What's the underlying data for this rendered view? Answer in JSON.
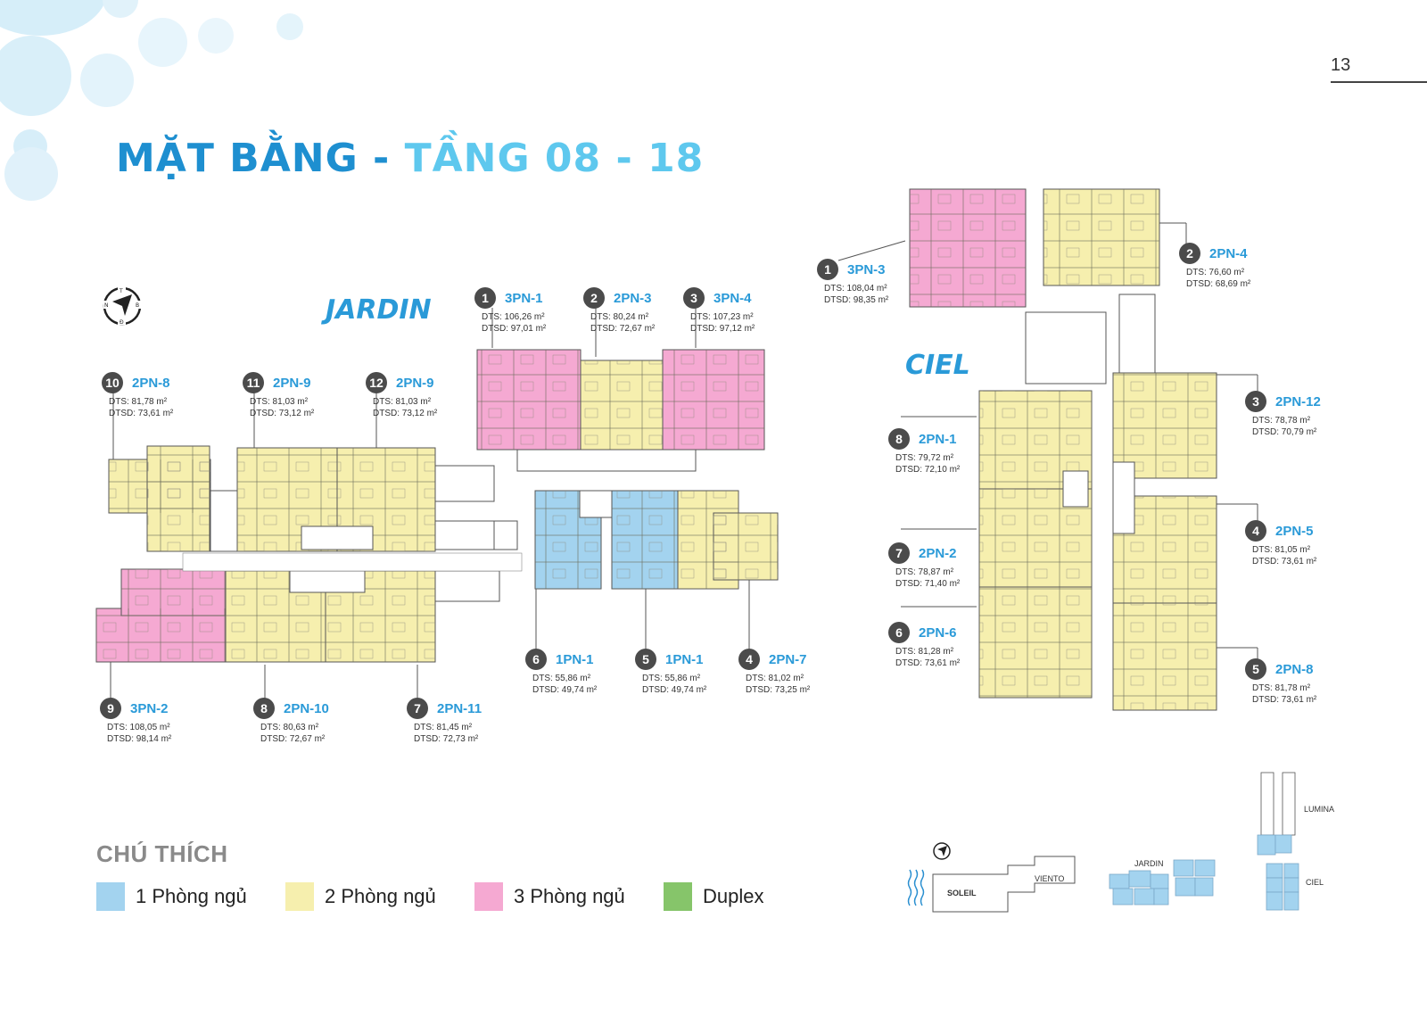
{
  "page": {
    "number": "13"
  },
  "title": {
    "part1": "MẶT BẰNG - ",
    "part2": "TẦNG 08 - 18"
  },
  "blocks": {
    "jardin": "JARDIN",
    "ciel": "CIEL"
  },
  "colors": {
    "one_bed": "#a3d3ef",
    "two_bed": "#f6efae",
    "three_bed": "#f5a9d2",
    "duplex": "#86c56a",
    "title_dark": "#1e8fd0",
    "title_light": "#5ec8ee"
  },
  "jardin_units": [
    {
      "num": "1",
      "code": "3PN-1",
      "dts": "DTS: 106,26 m²",
      "dtsd": "DTSD: 97,01 m²"
    },
    {
      "num": "2",
      "code": "2PN-3",
      "dts": "DTS: 80,24 m²",
      "dtsd": "DTSD: 72,67 m²"
    },
    {
      "num": "3",
      "code": "3PN-4",
      "dts": "DTS: 107,23 m²",
      "dtsd": "DTSD: 97,12 m²"
    },
    {
      "num": "10",
      "code": "2PN-8",
      "dts": "DTS: 81,78 m²",
      "dtsd": "DTSD: 73,61 m²"
    },
    {
      "num": "11",
      "code": "2PN-9",
      "dts": "DTS: 81,03 m²",
      "dtsd": "DTSD: 73,12 m²"
    },
    {
      "num": "12",
      "code": "2PN-9",
      "dts": "DTS: 81,03 m²",
      "dtsd": "DTSD: 73,12 m²"
    },
    {
      "num": "6",
      "code": "1PN-1",
      "dts": "DTS: 55,86 m²",
      "dtsd": "DTSD: 49,74 m²"
    },
    {
      "num": "5",
      "code": "1PN-1",
      "dts": "DTS: 55,86 m²",
      "dtsd": "DTSD: 49,74 m²"
    },
    {
      "num": "4",
      "code": "2PN-7",
      "dts": "DTS: 81,02 m²",
      "dtsd": "DTSD: 73,25 m²"
    },
    {
      "num": "9",
      "code": "3PN-2",
      "dts": "DTS: 108,05 m²",
      "dtsd": "DTSD: 98,14 m²"
    },
    {
      "num": "8",
      "code": "2PN-10",
      "dts": "DTS: 80,63 m²",
      "dtsd": "DTSD: 72,67 m²"
    },
    {
      "num": "7",
      "code": "2PN-11",
      "dts": "DTS: 81,45 m²",
      "dtsd": "DTSD: 72,73 m²"
    }
  ],
  "ciel_units": [
    {
      "num": "1",
      "code": "3PN-3",
      "dts": "DTS: 108,04 m²",
      "dtsd": "DTSD: 98,35 m²"
    },
    {
      "num": "2",
      "code": "2PN-4",
      "dts": "DTS: 76,60 m²",
      "dtsd": "DTSD: 68,69 m²"
    },
    {
      "num": "3",
      "code": "2PN-12",
      "dts": "DTS: 78,78 m²",
      "dtsd": "DTSD: 70,79 m²"
    },
    {
      "num": "8",
      "code": "2PN-1",
      "dts": "DTS: 79,72 m²",
      "dtsd": "DTSD: 72,10 m²"
    },
    {
      "num": "4",
      "code": "2PN-5",
      "dts": "DTS: 81,05 m²",
      "dtsd": "DTSD: 73,61 m²"
    },
    {
      "num": "7",
      "code": "2PN-2",
      "dts": "DTS: 78,87 m²",
      "dtsd": "DTSD: 71,40 m²"
    },
    {
      "num": "6",
      "code": "2PN-6",
      "dts": "DTS: 81,28 m²",
      "dtsd": "DTSD: 73,61 m²"
    },
    {
      "num": "5",
      "code": "2PN-8",
      "dts": "DTS: 81,78 m²",
      "dtsd": "DTSD: 73,61 m²"
    }
  ],
  "legend": {
    "title": "CHÚ THÍCH",
    "items": [
      {
        "label": "1 Phòng ngủ",
        "color": "#a3d3ef"
      },
      {
        "label": "2 Phòng ngủ",
        "color": "#f6efae"
      },
      {
        "label": "3 Phòng ngủ",
        "color": "#f5a9d2"
      },
      {
        "label": "Duplex",
        "color": "#86c56a"
      }
    ]
  },
  "site_map": {
    "soleil": "SOLEIL",
    "viento": "VIENTO",
    "jardin": "JARDIN",
    "lumina": "LUMINA",
    "ciel": "CIEL"
  },
  "icons": {
    "compass": "compass-icon",
    "water": "water-waves-icon"
  }
}
